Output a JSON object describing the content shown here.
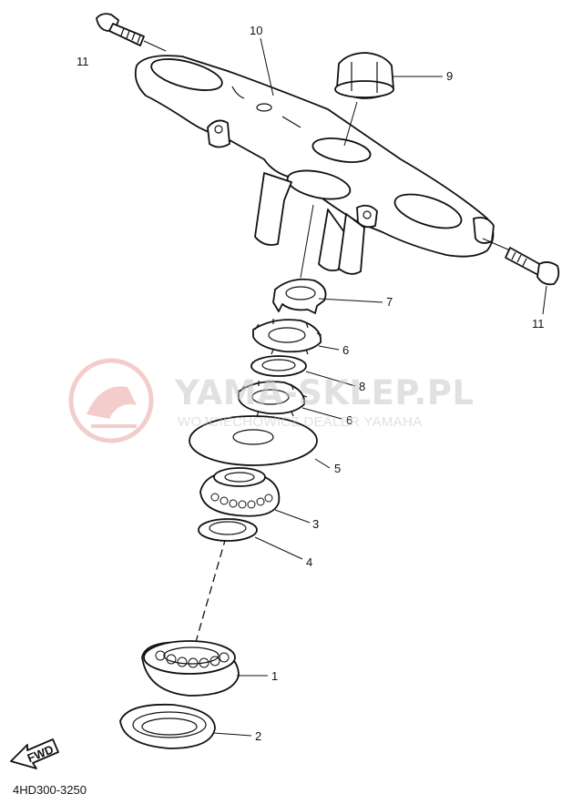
{
  "diagram": {
    "callouts": [
      {
        "id": "11a",
        "label": "11"
      },
      {
        "id": "10",
        "label": "10"
      },
      {
        "id": "9",
        "label": "9"
      },
      {
        "id": "11b",
        "label": "11"
      },
      {
        "id": "7",
        "label": "7"
      },
      {
        "id": "6a",
        "label": "6"
      },
      {
        "id": "8",
        "label": "8"
      },
      {
        "id": "6b",
        "label": "6"
      },
      {
        "id": "5",
        "label": "5"
      },
      {
        "id": "3",
        "label": "3"
      },
      {
        "id": "4",
        "label": "4"
      },
      {
        "id": "1",
        "label": "1"
      },
      {
        "id": "2",
        "label": "2"
      }
    ],
    "fwd_label": "FWD",
    "drawing_code": "4HD300-3250"
  },
  "watermark": {
    "title": "YAMA-SKLEP.PL",
    "subtitle": "WOJCIECHOWICZ DEALER YAMAHA",
    "logo": "yamaha-tuning-fork-logo",
    "color": "#e8a0a0"
  }
}
